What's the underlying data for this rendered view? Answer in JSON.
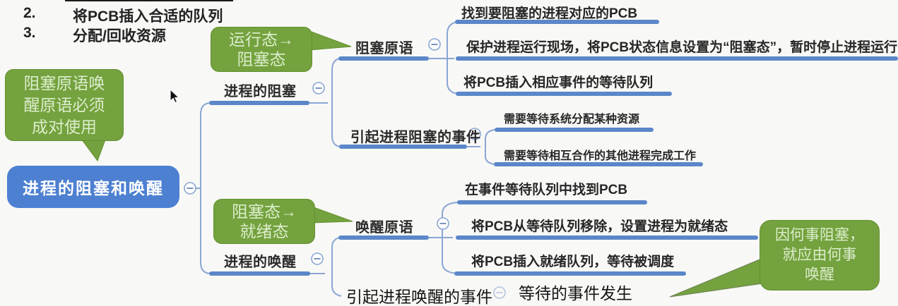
{
  "notes": {
    "items": [
      {
        "num": "2.",
        "text": "将PCB插入合适的队列"
      },
      {
        "num": "3.",
        "text": "分配/回收资源"
      }
    ]
  },
  "root": {
    "label": "进程的阻塞和唤醒"
  },
  "callouts": {
    "pair": {
      "lines": [
        "阻塞原语唤",
        "醒原语必须",
        "成对使用"
      ]
    },
    "run_to_block": {
      "lines": [
        "运行态→",
        "阻塞态"
      ]
    },
    "block_to_ready": {
      "lines": [
        "阻塞态→",
        "就绪态"
      ]
    },
    "wake_reason": {
      "lines": [
        "因何事阻塞，",
        "就应由何事",
        "唤醒"
      ]
    }
  },
  "blocking": {
    "label": "进程的阻塞",
    "primitive": {
      "label": "阻塞原语",
      "steps": [
        "找到要阻塞的进程对应的PCB",
        "保护进程运行现场，将PCB状态信息设置为“阻塞态”，暂时停止进程运行",
        "将PCB插入相应事件的等待队列"
      ]
    },
    "events": {
      "label": "引起进程阻塞的事件",
      "items": [
        "需要等待系统分配某种资源",
        "需要等待相互合作的其他进程完成工作"
      ]
    }
  },
  "waking": {
    "label": "进程的唤醒",
    "primitive": {
      "label": "唤醒原语",
      "steps": [
        "在事件等待队列中找到PCB",
        "将PCB从等待队列移除，设置进程为就绪态",
        "将PCB插入就绪队列，等待被调度"
      ]
    },
    "events": {
      "label": "引起进程唤醒的事件",
      "items": [
        "等待的事件发生"
      ]
    }
  },
  "colors": {
    "green": "#74a23e",
    "node_blue": "#4d80d1",
    "underline_blue": "#5b87c9",
    "bracket_blue": "#8aa6d4"
  }
}
